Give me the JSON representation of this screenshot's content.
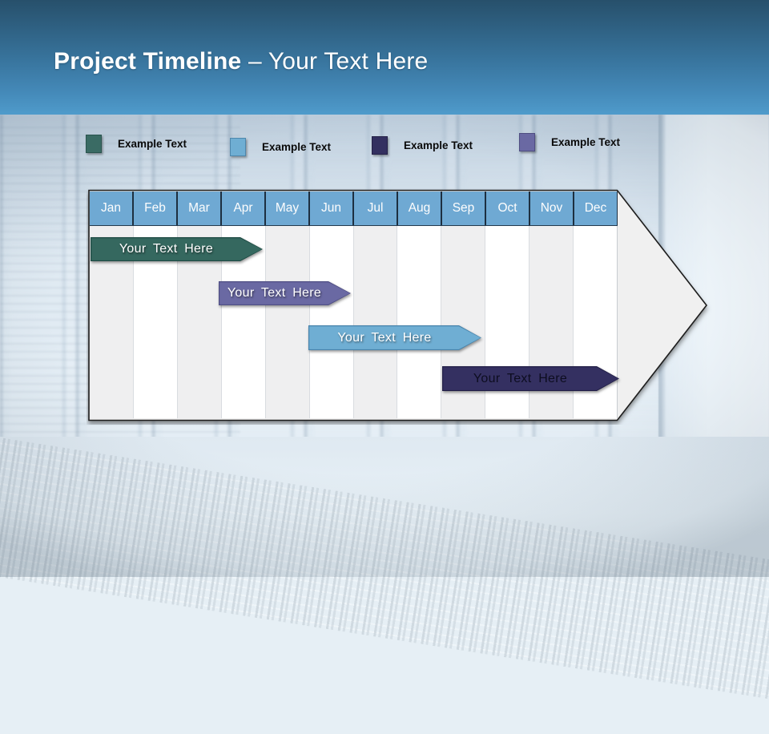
{
  "header": {
    "title_bold": "Project Timeline",
    "title_light": "– Your Text Here",
    "background_top_color": "#27506B",
    "background_bottom_color": "#4F9BCB"
  },
  "legend": {
    "items": [
      {
        "label": "Example Text",
        "color": "#3A6B64",
        "border_color": "#2A544E"
      },
      {
        "label": "Example Text",
        "color": "#6FAED3",
        "border_color": "#4E87AC"
      },
      {
        "label": "Example Text",
        "color": "#333060",
        "border_color": "#242147"
      },
      {
        "label": "Example Text",
        "color": "#6A69A3",
        "border_color": "#4F4E82"
      }
    ]
  },
  "timeline": {
    "months": [
      "Jan",
      "Feb",
      "Mar",
      "Apr",
      "May",
      "Jun",
      "Jul",
      "Aug",
      "Sep",
      "Oct",
      "Nov",
      "Dec"
    ],
    "month_header_color": "#6FA9D3",
    "arrow_body_color": "#F0F0F0",
    "arrow_outline_color": "#1C1C1C",
    "column_alt_color": "#EFEFF0",
    "bars": [
      {
        "label": "Your Text Here",
        "color": "#35685F",
        "border_color": "#1E4B44",
        "text_color": "#FFFFFF",
        "start_month": "Jan",
        "end_month": "Apr"
      },
      {
        "label": "Your Text Here",
        "color": "#6A69A3",
        "border_color": "#504F85",
        "text_color": "#FFFFFF",
        "start_month": "Apr",
        "end_month": "Jun"
      },
      {
        "label": "Your Text Here",
        "color": "#6FAED3",
        "border_color": "#4884AC",
        "text_color": "#FFFFFF",
        "start_month": "Jun",
        "end_month": "Oct"
      },
      {
        "label": "Your Text Here",
        "color": "#343061",
        "border_color": "#232048",
        "text_color": "#0D0D20",
        "start_month": "Sep",
        "end_month": "Dec"
      }
    ]
  }
}
